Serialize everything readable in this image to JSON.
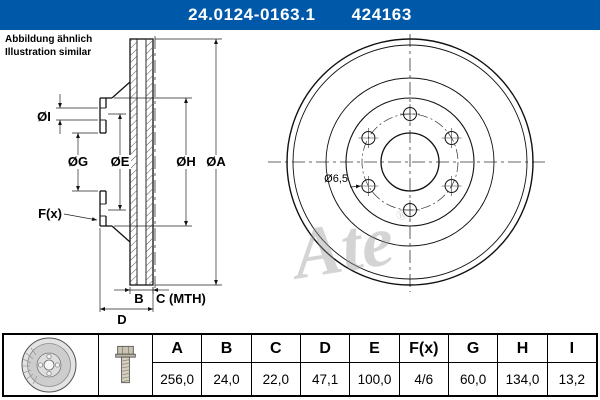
{
  "header": {
    "part_number": "24.0124-0163.1",
    "ref_number": "424163"
  },
  "note": {
    "line1": "Abbildung ähnlich",
    "line2": "Illustration similar"
  },
  "colors": {
    "accent": "#0058a8",
    "line": "#111111",
    "watermark": "#9a9a9a"
  },
  "drawing": {
    "watermark": "Ate",
    "registered": "®",
    "hole_label": "Ø6,5",
    "labels": {
      "dia_i": "ØI",
      "dia_g": "ØG",
      "dia_e": "ØE",
      "dia_h": "ØH",
      "dia_a": "ØA",
      "f": "F(x)",
      "b": "B",
      "c": "C (MTH)",
      "d": "D"
    }
  },
  "table": {
    "headers": [
      "A",
      "B",
      "C",
      "D",
      "E",
      "F(x)",
      "G",
      "H",
      "I"
    ],
    "values": [
      "256,0",
      "24,0",
      "22,0",
      "47,1",
      "100,0",
      "4/6",
      "60,0",
      "134,0",
      "13,2"
    ]
  }
}
